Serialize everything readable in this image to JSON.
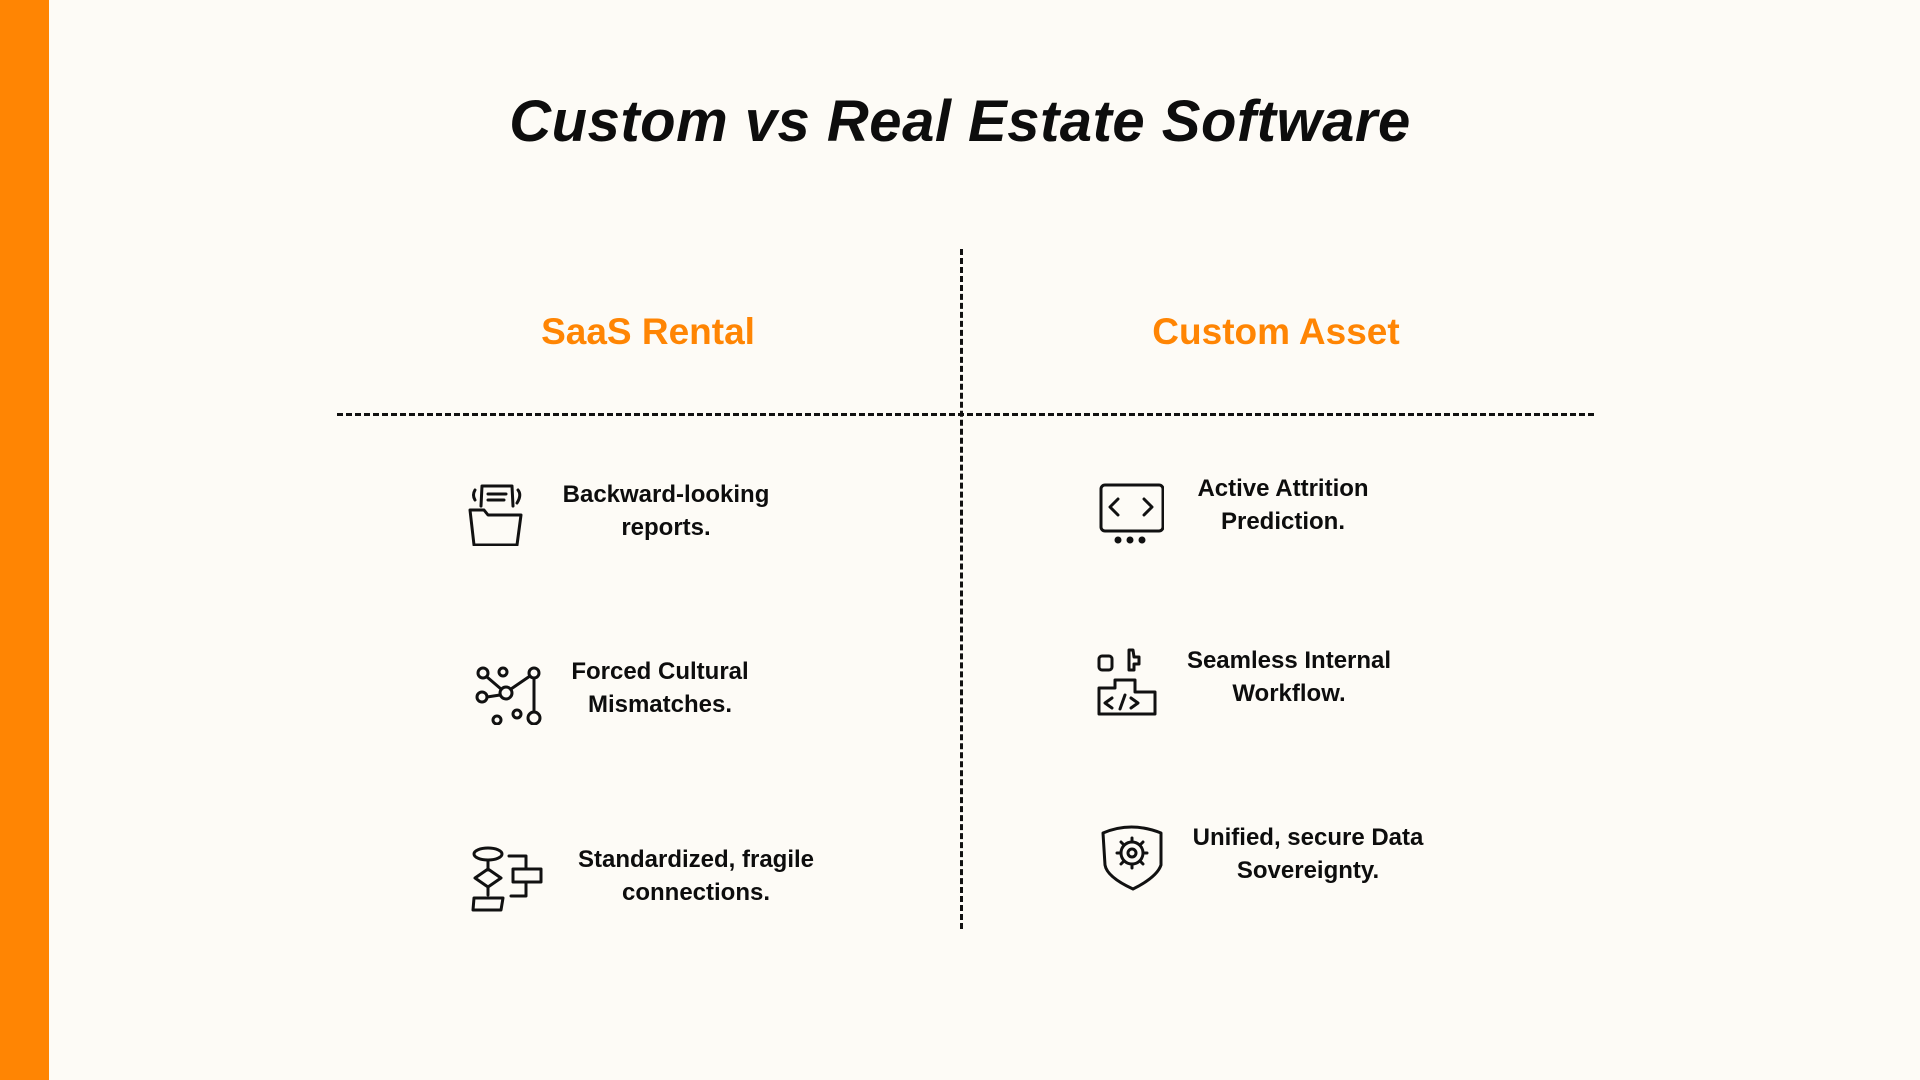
{
  "title": "Custom vs Real Estate Software",
  "accent_color": "#ff8503",
  "columns": [
    {
      "heading": "SaaS Rental",
      "items": [
        {
          "icon": "folder-documents-icon",
          "line1": "Backward-looking",
          "line2": "reports."
        },
        {
          "icon": "network-nodes-icon",
          "line1": "Forced Cultural",
          "line2": "Mismatches."
        },
        {
          "icon": "flowchart-icon",
          "line1": "Standardized, fragile",
          "line2": "connections."
        }
      ]
    },
    {
      "heading": "Custom Asset",
      "items": [
        {
          "icon": "code-monitor-icon",
          "line1": "Active Attrition",
          "line2": "Prediction."
        },
        {
          "icon": "code-puzzle-icon",
          "line1": "Seamless Internal",
          "line2": "Workflow."
        },
        {
          "icon": "shield-gear-icon",
          "line1": "Unified, secure Data",
          "line2": "Sovereignty."
        }
      ]
    }
  ]
}
